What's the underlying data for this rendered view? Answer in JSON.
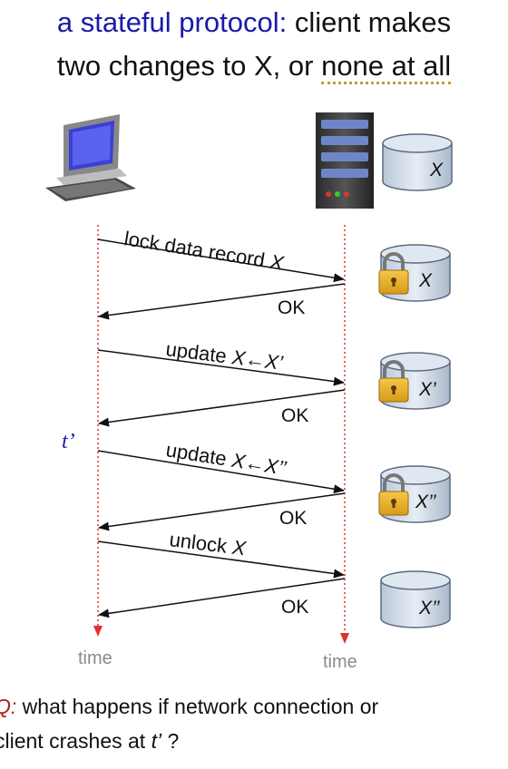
{
  "title": {
    "line1_highlight": "a stateful protocol:",
    "line1_rest": " client makes",
    "line2_start": "two changes to X, or ",
    "line2_underlined": "none at all"
  },
  "messages": [
    {
      "label": "lock data record",
      "var": "X",
      "reply": "OK",
      "db_label": "X",
      "locked": true
    },
    {
      "label": "update",
      "var": "X←X’",
      "reply": "OK",
      "db_label": "X’",
      "locked": true
    },
    {
      "label": "update",
      "var": "X←X’’",
      "reply": "OK",
      "db_label": "X’’",
      "locked": true
    },
    {
      "label": "unlock",
      "var": "X",
      "reply": "OK",
      "db_label": "X’’",
      "locked": false
    }
  ],
  "top_db_label": "X",
  "t_prime": "t’",
  "timeline_client": "time",
  "timeline_server": "time",
  "question": {
    "q": "Q:",
    "line1_rest": " what happens if network connection or",
    "line2_start": "client crashes at ",
    "line2_var": "t’",
    "line2_end": " ?"
  },
  "colors": {
    "title_blue": "#1a1aa8",
    "timeline_red": "#e03030",
    "question_red": "#b02020"
  }
}
